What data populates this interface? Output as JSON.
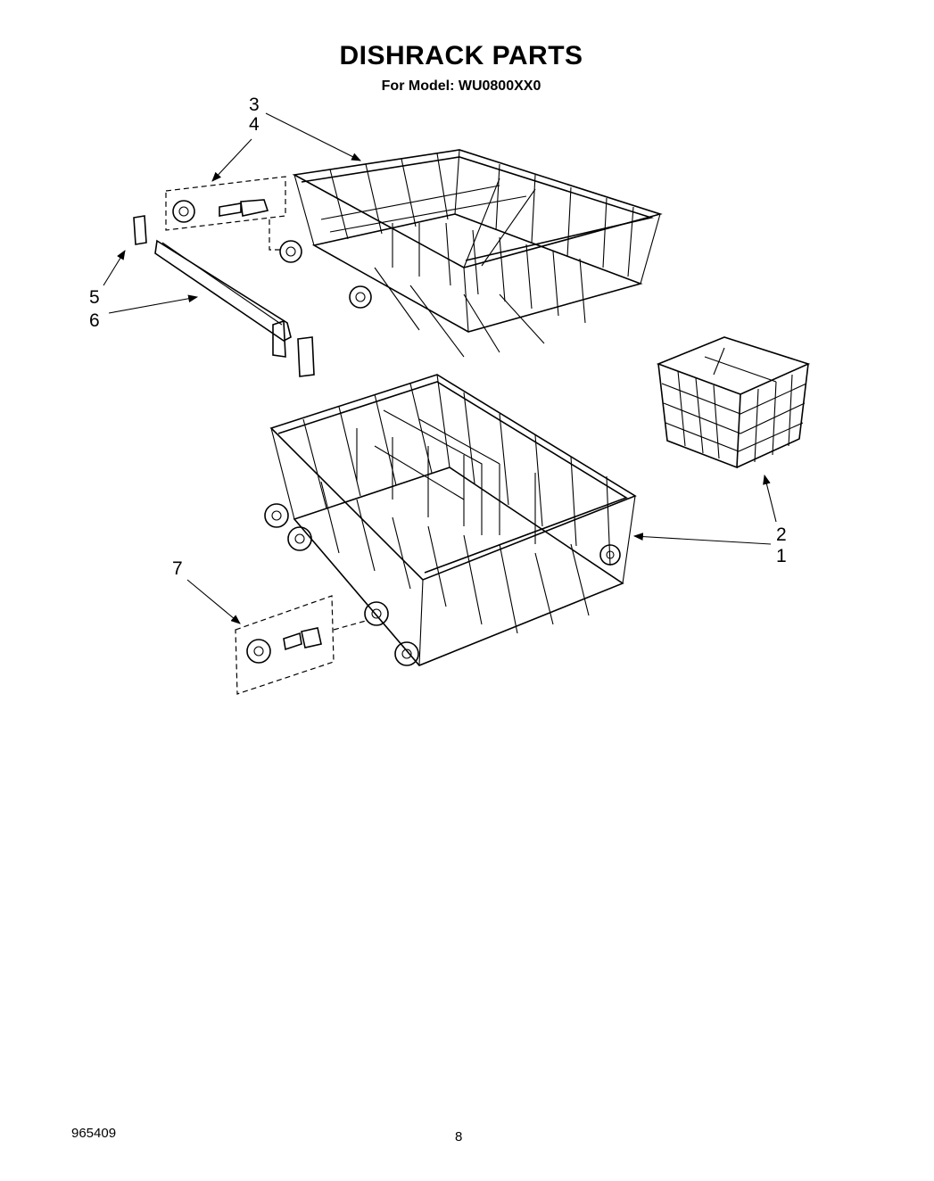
{
  "page": {
    "title": "DISHRACK PARTS",
    "subtitle": "For Model: WU0800XX0",
    "document_number": "965409",
    "page_number": "8"
  },
  "callouts": [
    "1",
    "2",
    "3",
    "4",
    "5",
    "6",
    "7"
  ]
}
